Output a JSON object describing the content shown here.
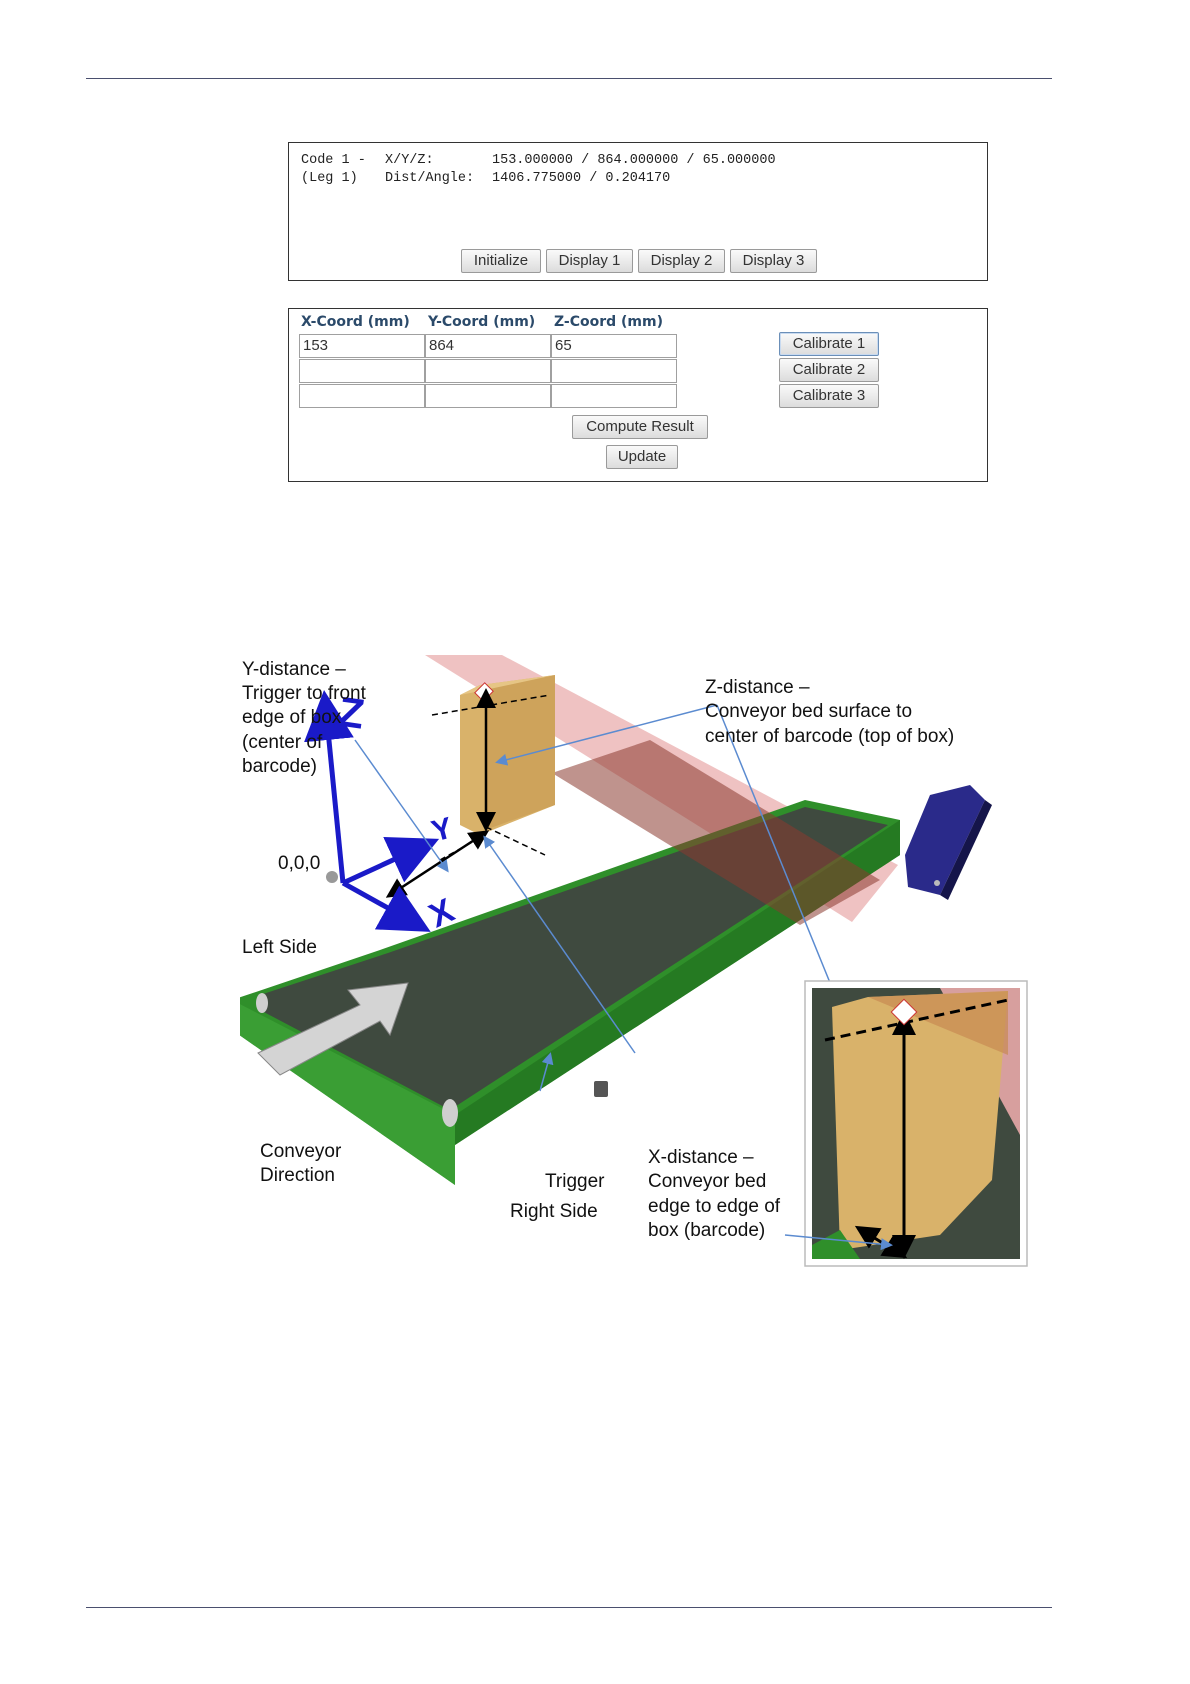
{
  "output": {
    "line1_left": "Code 1 -",
    "line1_label": "X/Y/Z:",
    "line1_value": "153.000000 / 864.000000 / 65.000000",
    "line2_left": "(Leg 1)",
    "line2_label": "Dist/Angle:",
    "line2_value": "1406.775000 / 0.204170",
    "buttons": [
      "Initialize",
      "Display 1",
      "Display 2",
      "Display 3"
    ]
  },
  "calibration": {
    "headers": [
      "X-Coord (mm)",
      "Y-Coord (mm)",
      "Z-Coord (mm)"
    ],
    "rows": [
      [
        "153",
        "864",
        "65"
      ],
      [
        "",
        "",
        ""
      ],
      [
        "",
        "",
        ""
      ]
    ],
    "calibrate_buttons": [
      "Calibrate 1",
      "Calibrate 2",
      "Calibrate 3"
    ],
    "compute_label": "Compute Result",
    "update_label": "Update"
  },
  "diagram": {
    "y_distance": [
      "Y-distance –",
      "Trigger to front",
      "edge of box",
      "(center of",
      "barcode)"
    ],
    "z_distance": [
      "Z-distance –",
      "Conveyor bed surface to",
      "center of barcode (top of box)"
    ],
    "origin": "0,0,0",
    "left_side": "Left Side",
    "right_side": "Right Side",
    "trigger": "Trigger",
    "conveyor_direction": [
      "Conveyor",
      "Direction"
    ],
    "x_distance": [
      "X-distance –",
      "Conveyor bed",
      "edge to edge of",
      "box (barcode)"
    ],
    "axis_x": "X",
    "axis_y": "Y",
    "axis_z": "Z",
    "colors": {
      "conveyor": "#2f8f2a",
      "belt": "#3f4a3f",
      "box": "#d9b26a",
      "laser": "#e8a8a8",
      "axis": "#1a1ac8",
      "reader": "#2a2a8a"
    }
  }
}
